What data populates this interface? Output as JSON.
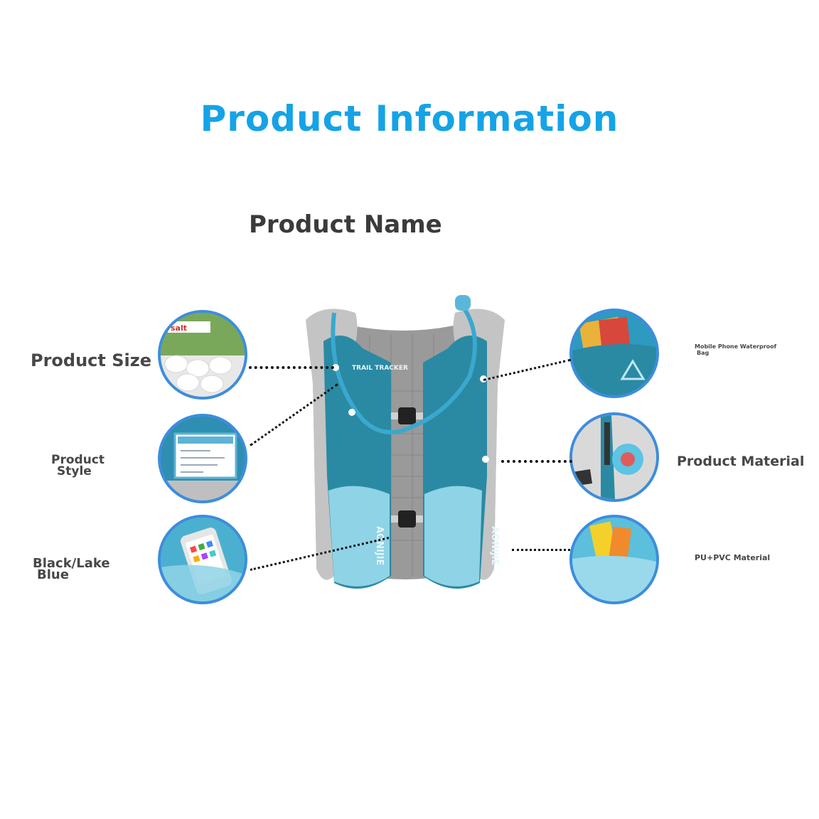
{
  "title": "Product Information",
  "product_name_label": "Product Name",
  "labels": {
    "size": "Product Size",
    "style_line1": "Product",
    "style_line2": "Style",
    "color_line1": "Black/Lake",
    "color_line2": "Blue",
    "phone_bag_line1": "Mobile Phone Waterproof",
    "phone_bag_line2": "Bag",
    "material": "Product Material",
    "pu_pvc": "PU+PVC Material"
  },
  "vest_text": {
    "brand": "AONIJIE",
    "tracker": "TRAIL TRACKER"
  },
  "colors": {
    "title": "#15a3e6",
    "label": "#474747",
    "circle_border": "#3d8ddd",
    "vest_teal": "#2a8aa3",
    "vest_grey": "#b9b9b9",
    "pocket_light": "#8fd3e6"
  }
}
